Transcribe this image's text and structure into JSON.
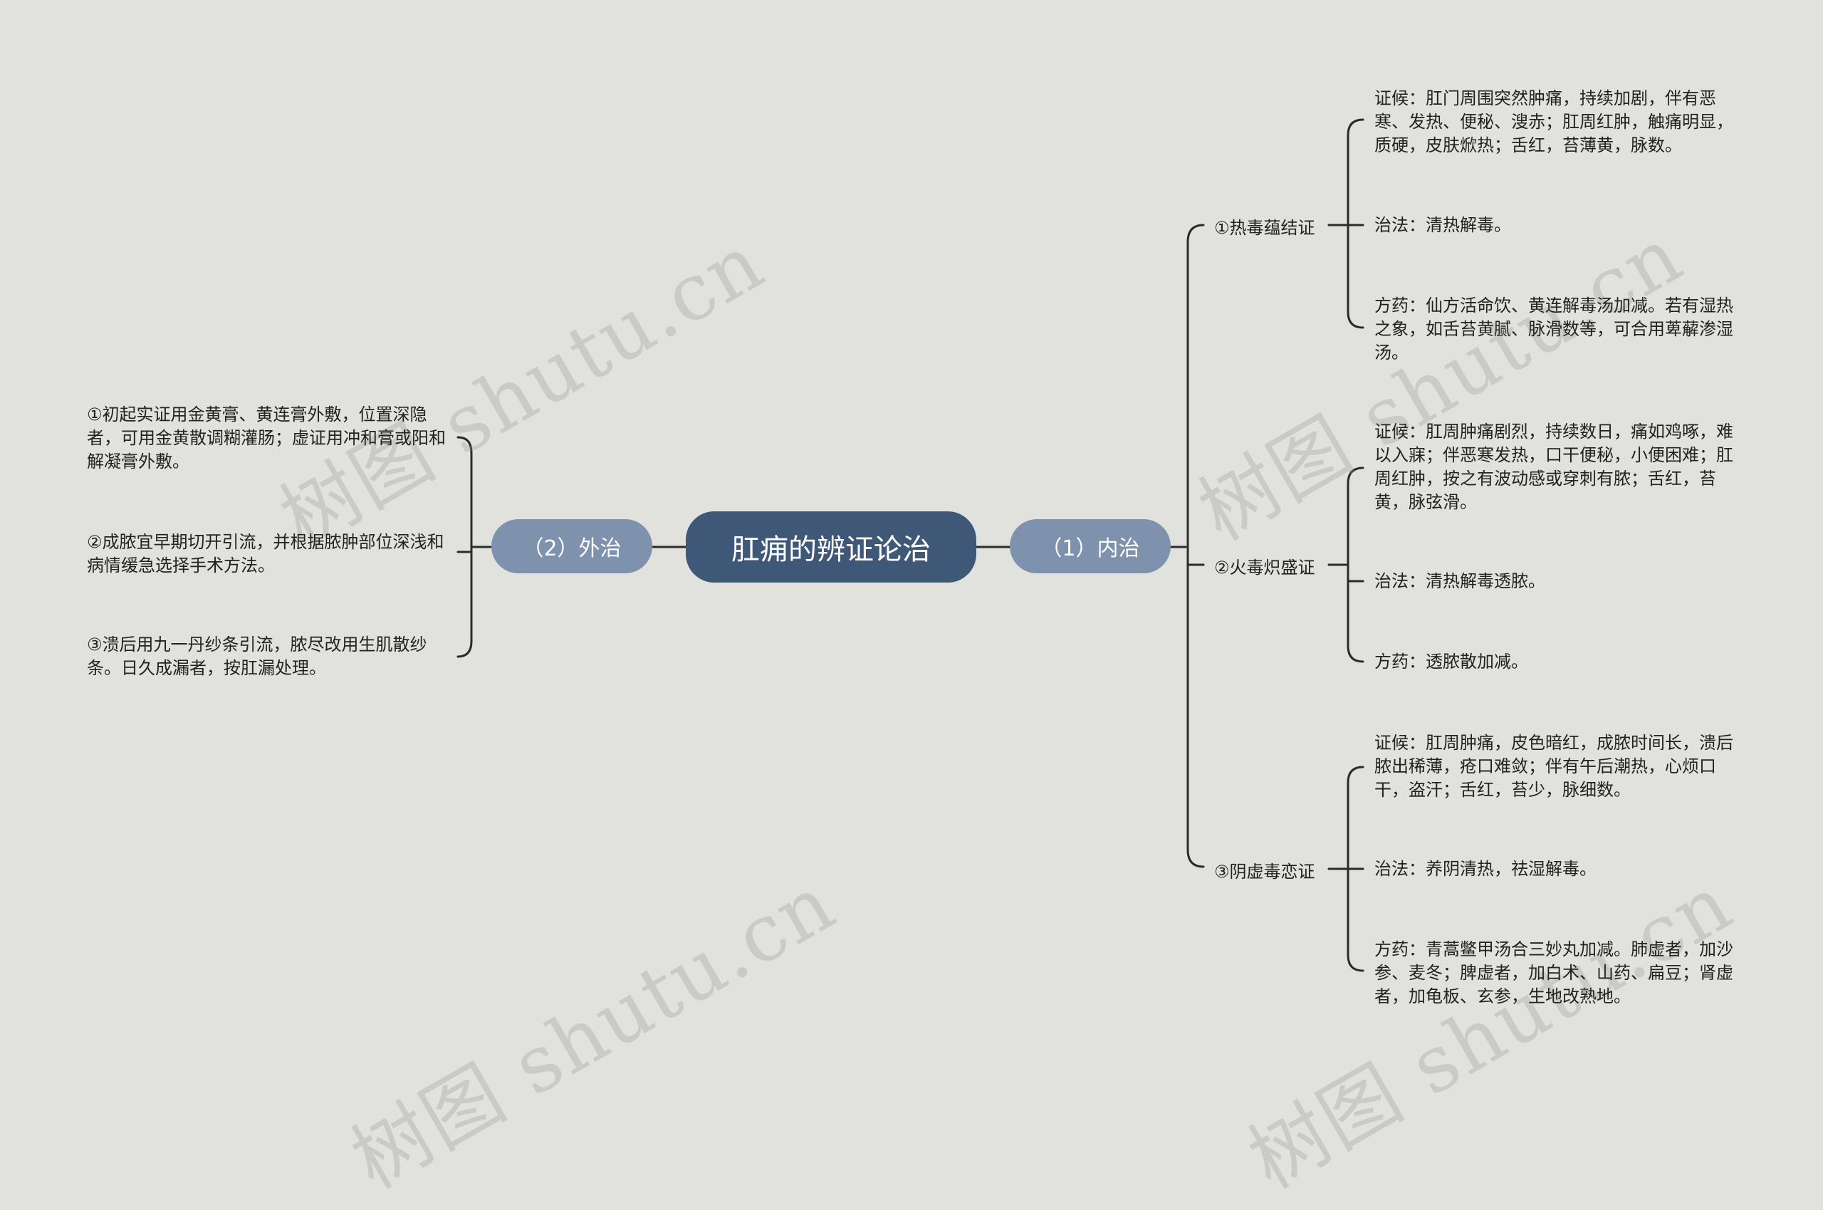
{
  "watermark": "树图 shutu.cn",
  "root": {
    "label": "肛痈的辨证论治"
  },
  "branches": {
    "inner": {
      "label": "（1）内治",
      "subs": [
        {
          "label": "①热毒蕴结证",
          "leaves": [
            "证候：肛门周围突然肿痛，持续加剧，伴有恶寒、发热、便秘、溲赤；肛周红肿，触痛明显，质硬，皮肤焮热；舌红，苔薄黄，脉数。",
            "治法：清热解毒。",
            "方药：仙方活命饮、黄连解毒汤加减。若有湿热之象，如舌苔黄腻、脉滑数等，可合用萆薢渗湿汤。"
          ]
        },
        {
          "label": "②火毒炽盛证",
          "leaves": [
            "证候：肛周肿痛剧烈，持续数日，痛如鸡啄，难以入寐；伴恶寒发热，口干便秘，小便困难；肛周红肿，按之有波动感或穿刺有脓；舌红，苔黄，脉弦滑。",
            "治法：清热解毒透脓。",
            "方药：透脓散加减。"
          ]
        },
        {
          "label": "③阴虚毒恋证",
          "leaves": [
            "证候：肛周肿痛，皮色暗红，成脓时间长，溃后脓出稀薄，疮口难敛；伴有午后潮热，心烦口干，盗汗；舌红，苔少，脉细数。",
            "治法：养阴清热，祛湿解毒。",
            "方药：青蒿鳖甲汤合三妙丸加减。肺虚者，加沙参、麦冬；脾虚者，加白术、山药、扁豆；肾虚者，加龟板、玄参，生地改熟地。"
          ]
        }
      ]
    },
    "outer": {
      "label": "（2）外治",
      "leaves": [
        "①初起实证用金黄膏、黄连膏外敷，位置深隐者，可用金黄散调糊灌肠；虚证用冲和膏或阳和解凝膏外敷。",
        "②成脓宜早期切开引流，并根据脓肿部位深浅和病情缓急选择手术方法。",
        "③溃后用九一丹纱条引流，脓尽改用生肌散纱条。日久成漏者，按肛漏处理。"
      ]
    }
  },
  "colors": {
    "background": "#e1e1dd",
    "root_fill": "#3f5878",
    "branch_fill": "#7f92ad",
    "line": "#2b2b2b"
  }
}
